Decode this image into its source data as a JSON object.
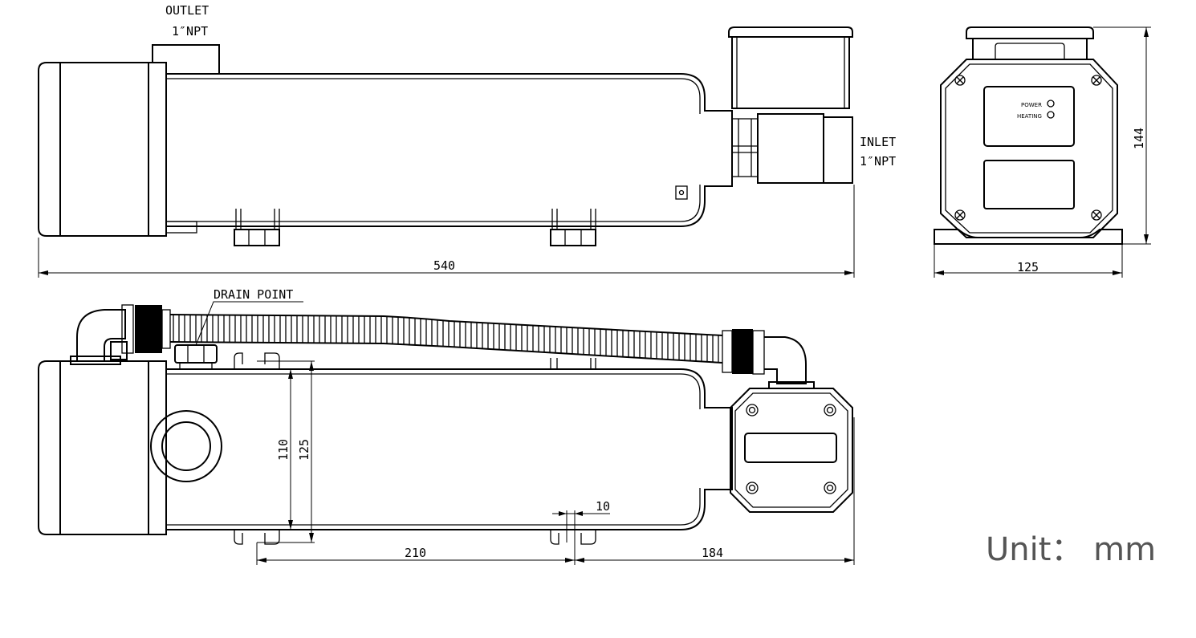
{
  "labels": {
    "outlet": "OUTLET",
    "outlet_size": "1″NPT",
    "inlet": "INLET",
    "inlet_size": "1″NPT",
    "drain_point": "DRAIN POINT",
    "power": "POWER",
    "heating": "HEATING",
    "unit": "Unit： mm"
  },
  "dimensions": {
    "overall_length": "540",
    "side_width": "125",
    "side_height": "144",
    "body_inner_height": "110",
    "body_outer_height": "125",
    "bracket_spacing": "210",
    "bracket_to_end": "184",
    "bracket_width": "10"
  }
}
